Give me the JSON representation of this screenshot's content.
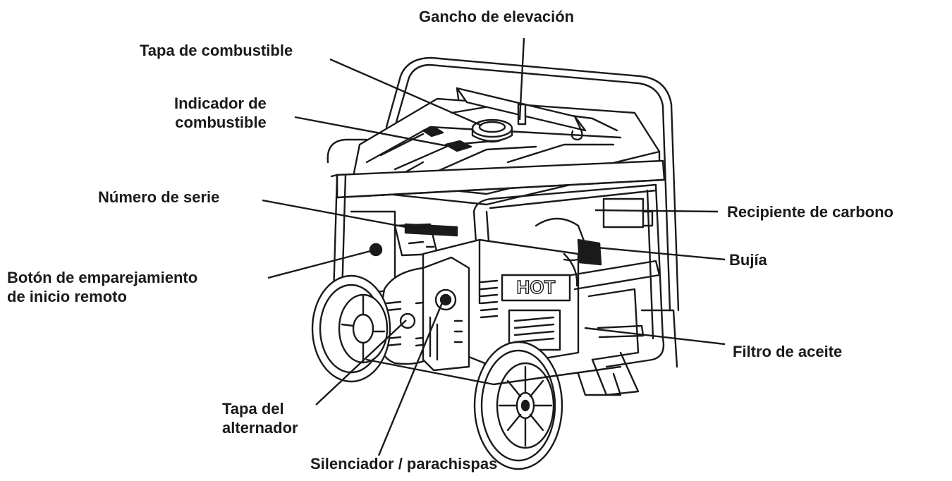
{
  "labels": {
    "lifting_hook": "Gancho de elevación",
    "fuel_cap": "Tapa de combustible",
    "fuel_gauge": [
      "Indicador de",
      "combustible"
    ],
    "serial_number": "Número de serie",
    "remote_start_button": [
      "Botón de emparejamiento",
      "de inicio remoto"
    ],
    "carbon_canister": "Recipiente de carbono",
    "spark_plug": "Bujía",
    "oil_filter": "Filtro de aceite",
    "alternator_cover": [
      "Tapa del",
      "alternador"
    ],
    "muffler": "Silenciador / parachispas",
    "brand_logo": "HOT"
  },
  "colors": {
    "ink": "#1a1a1a",
    "fill": "#ffffff",
    "shade": "#dcdcdc"
  }
}
